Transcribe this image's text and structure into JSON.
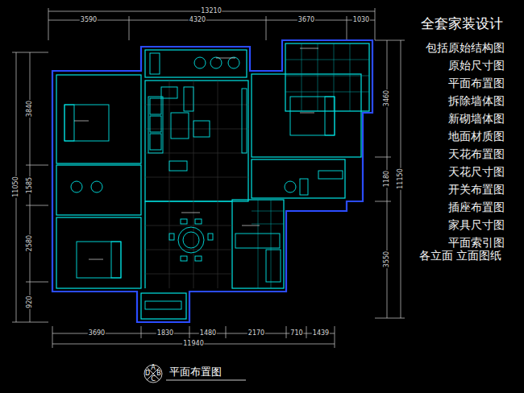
{
  "diagram": {
    "title": "全套家装设计",
    "caption": "平面布置图",
    "labels": [
      "13210",
      "3590",
      "4320",
      "3670",
      "1030",
      "11050",
      "3840",
      "1585",
      "2580",
      "920",
      "3460",
      "1180",
      "3550",
      "11150",
      "3690",
      "1830",
      "1480",
      "2170",
      "710",
      "1439",
      "11940",
      "包括原始结构图",
      "原始尺寸图",
      "平面布置图",
      "拆除墙体图",
      "新砌墙体图",
      "地面材质图",
      "天花布置图",
      "天花尺寸图",
      "开关布置图",
      "插座布置图",
      "家具尺寸图",
      "平面索引图",
      "各立面 立面图纸",
      "A",
      "B",
      "C",
      "D"
    ]
  }
}
